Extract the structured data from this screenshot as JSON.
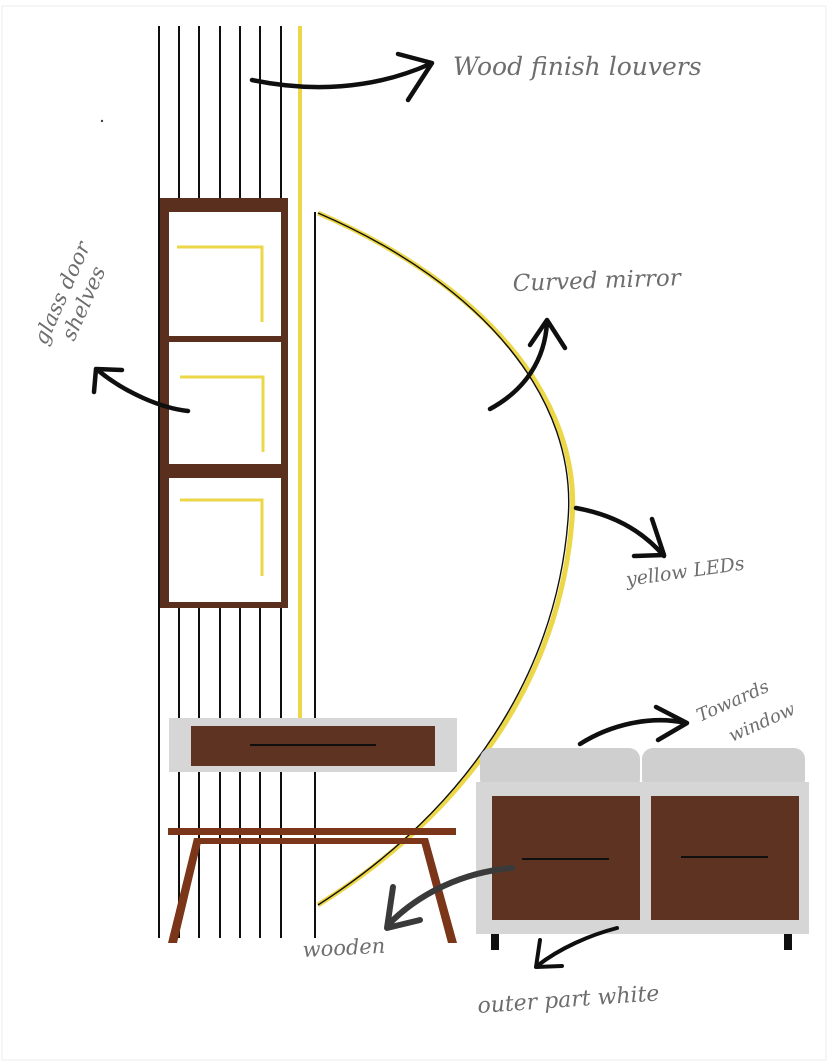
{
  "annotations": {
    "louvers": "Wood finish louvers",
    "shelves_line1": "glass door",
    "shelves_line2": "shelves",
    "mirror": "Curved mirror",
    "leds": "yellow LEDs",
    "window_line1": "Towards",
    "window_line2": "window",
    "wooden": "wooden",
    "outer": "outer part white"
  },
  "colors": {
    "wood": "#5f3322",
    "wood_frame": "#5a2f1e",
    "led": "#ecd748",
    "grey": "#d6d6d6",
    "line": "#0f0f0f",
    "table_wood": "#7b3518"
  }
}
